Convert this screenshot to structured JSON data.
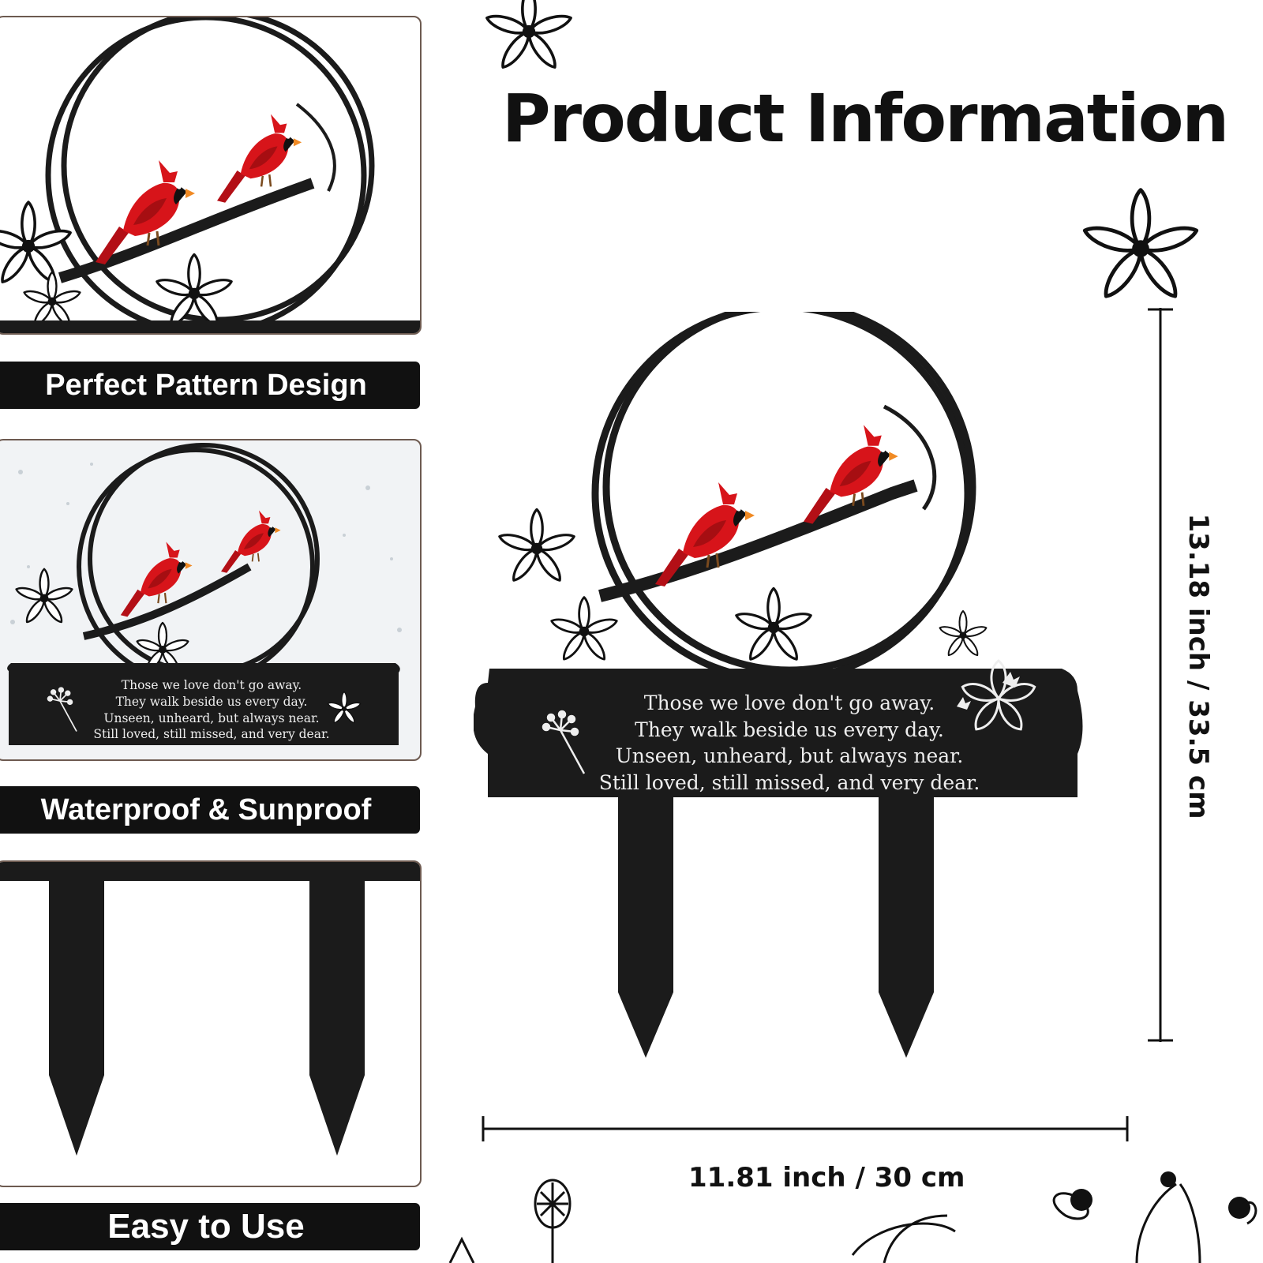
{
  "header": {
    "title": "Product Information"
  },
  "features": [
    {
      "label": "Perfect Pattern Design"
    },
    {
      "label": "Waterproof & Sunproof"
    },
    {
      "label": "Easy to Use"
    }
  ],
  "poem": [
    "Those we love don't go away.",
    "They walk beside us every day.",
    "Unseen, unheard, but always near.",
    "Still loved, still missed, and very dear."
  ],
  "dimensions": {
    "height": "13.18 inch / 33.5 cm",
    "width": "11.81 inch / 30 cm"
  },
  "colors": {
    "cardinal_red": "#d7141a",
    "metal_black": "#1b1b1b",
    "beak_orange": "#f08a24"
  },
  "icons": [
    "cardinal-bird-icon",
    "flower-icon",
    "butterfly-icon",
    "dandelion-icon",
    "leaf-branch-icon"
  ]
}
